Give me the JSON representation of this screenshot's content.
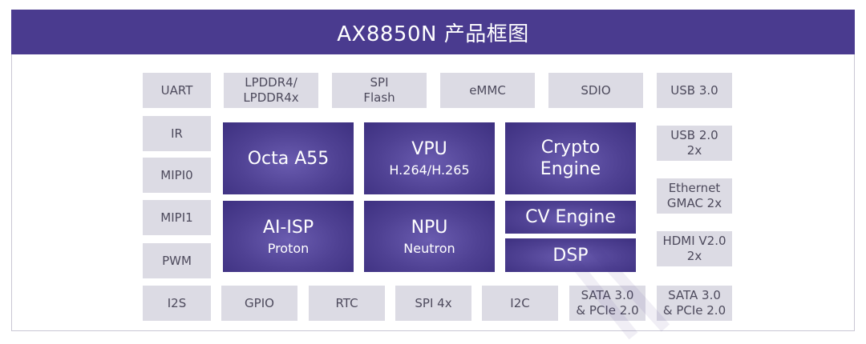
{
  "header": {
    "title": "AX8850N  产品框图"
  },
  "left_column": [
    "UART",
    "IR",
    "MIPI0",
    "MIPI1",
    "PWM"
  ],
  "top_row": [
    {
      "line1": "LPDDR4/",
      "line2": "LPDDR4x"
    },
    {
      "line1": "SPI",
      "line2": "Flash"
    },
    {
      "line1": "eMMC",
      "line2": ""
    },
    {
      "line1": "SDIO",
      "line2": ""
    }
  ],
  "right_column": [
    {
      "line1": "USB 3.0",
      "line2": ""
    },
    {
      "line1": "USB 2.0",
      "line2": "2x"
    },
    {
      "line1": "Ethernet",
      "line2": "GMAC  2x"
    },
    {
      "line1": "HDMI V2.0",
      "line2": "2x"
    },
    {
      "line1": "SATA 3.0",
      "line2": "& PCIe 2.0"
    }
  ],
  "bottom_row": [
    {
      "line1": "I2S",
      "line2": ""
    },
    {
      "line1": "GPIO",
      "line2": ""
    },
    {
      "line1": "RTC",
      "line2": ""
    },
    {
      "line1": "SPI 4x",
      "line2": ""
    },
    {
      "line1": "I2C",
      "line2": ""
    },
    {
      "line1": "SATA 3.0",
      "line2": "& PCIe 2.0"
    }
  ],
  "cores": {
    "octa": {
      "main": "Octa A55",
      "sub": ""
    },
    "vpu": {
      "main": "VPU",
      "sub": "H.264/H.265"
    },
    "crypto": {
      "main": "Crypto",
      "sub": "Engine"
    },
    "aiisp": {
      "main": "AI-ISP",
      "sub": "Proton"
    },
    "npu": {
      "main": "NPU",
      "sub": "Neutron"
    },
    "cv": {
      "main": "CV Engine",
      "sub": ""
    },
    "dsp": {
      "main": "DSP",
      "sub": ""
    }
  },
  "colors": {
    "header": "#4a3b8f",
    "peripheral": "#dcdbe4",
    "core": "#4f4193"
  }
}
